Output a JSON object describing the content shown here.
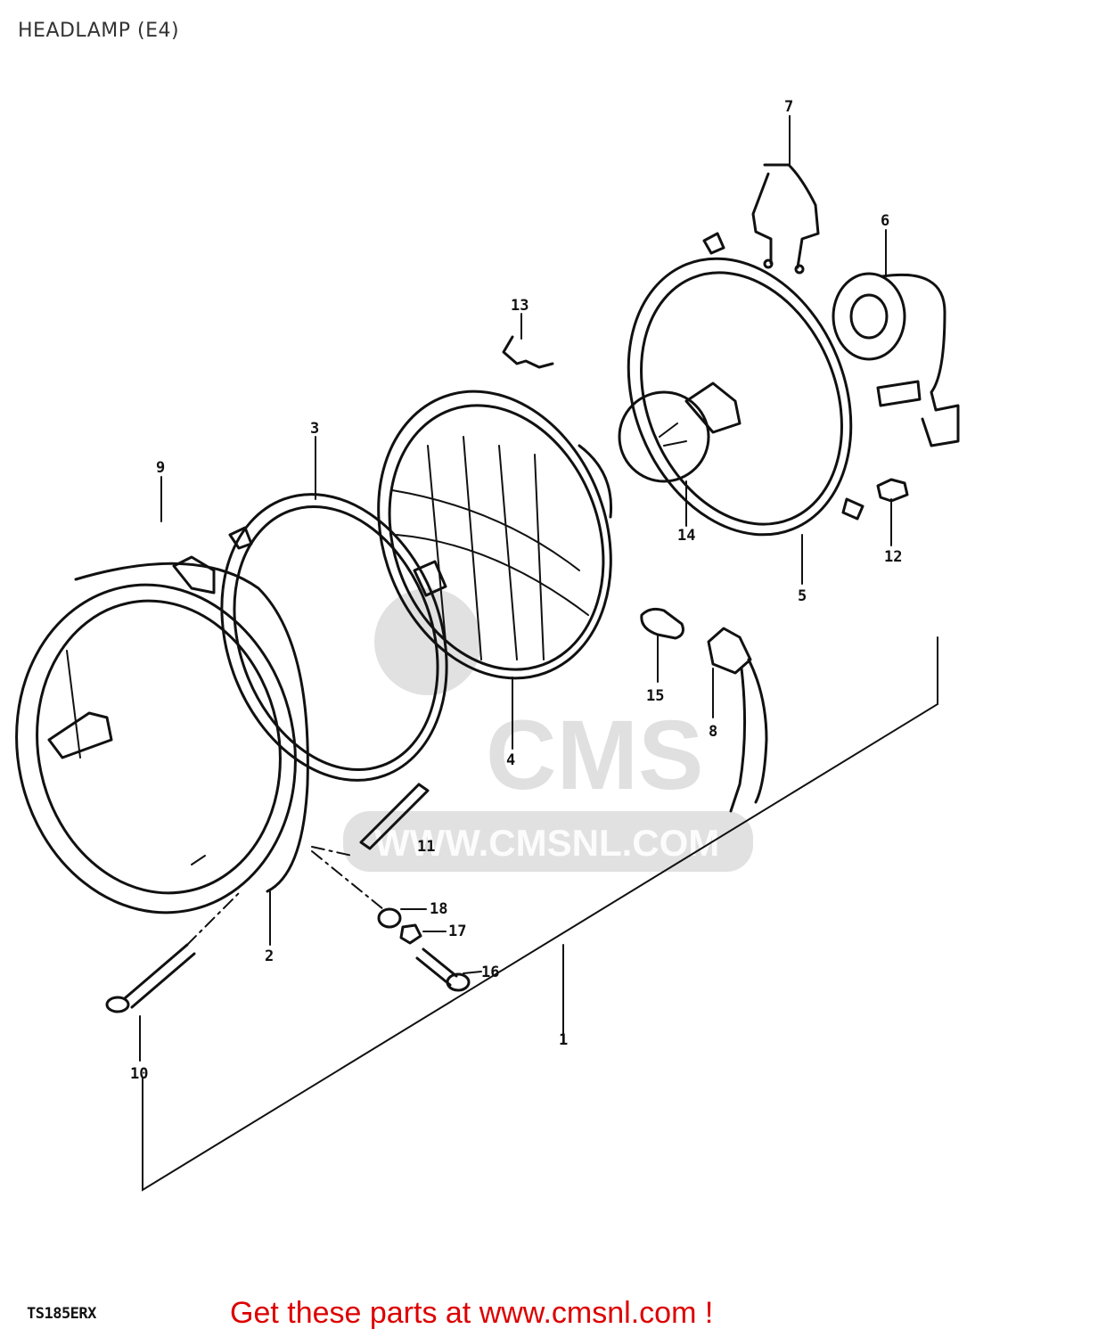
{
  "title": "HEADLAMP (E4)",
  "model_code": "TS185ERX",
  "promo_text": "Get these parts at www.cmsnl.com !",
  "watermark": {
    "brand": "CMS",
    "url": "WWW.CMSNL.COM"
  },
  "callouts": {
    "c1": "1",
    "c2": "2",
    "c3": "3",
    "c4": "4",
    "c5": "5",
    "c6": "6",
    "c7": "7",
    "c8": "8",
    "c9": "9",
    "c10": "10",
    "c11": "11",
    "c12": "12",
    "c13": "13",
    "c14": "14",
    "c15": "15",
    "c16": "16",
    "c17": "17",
    "c18": "18"
  },
  "colors": {
    "promo": "#dd0000",
    "line": "#111111"
  }
}
